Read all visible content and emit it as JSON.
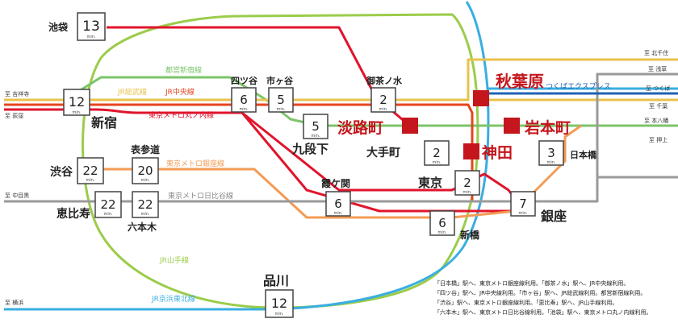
{
  "colors": {
    "yamanote": "#9bcc4a",
    "keihin_tohoku": "#3aaee0",
    "chuo_sobu": "#e8c24c",
    "jr_chuo": "#e5451f",
    "marunouchi": "#e0142c",
    "ginza": "#f39b54",
    "hibiya": "#9a9a9a",
    "toei_shinjuku": "#7cc46a",
    "tsukuba": "#1f62b3",
    "brand_red": "#c4161c",
    "box_border": "#444444"
  },
  "stations": {
    "ikebukuro": "池袋",
    "shinjuku": "新宿",
    "yotsuya": "四ツ谷",
    "ichigaya": "市ヶ谷",
    "kudanshita": "九段下",
    "ochanomizu": "御茶ノ水",
    "akihabara": "秋葉原",
    "awajicho": "淡路町",
    "iwamotocho": "岩本町",
    "kanda": "神田",
    "otemachi": "大手町",
    "nihonbashi": "日本橋",
    "tokyo": "東京",
    "kasumigaseki": "霞ケ関",
    "ginza": "銀座",
    "shimbashi": "新橋",
    "shibuya": "渋谷",
    "omotesando": "表参道",
    "ebisu": "恵比寿",
    "roppongi": "六本木",
    "shinagawa": "品川"
  },
  "times": {
    "ikebukuro": "13",
    "shinjuku": "12",
    "yotsuya": "6",
    "ichigaya": "5",
    "kudanshita": "5",
    "ochanomizu": "2",
    "otemachi": "2",
    "nihonbashi": "3",
    "tokyo": "2",
    "kasumigaseki": "6",
    "ginza": "7",
    "shimbashi": "6",
    "shibuya": "22",
    "omotesando": "20",
    "ebisu": "22",
    "roppongi": "22",
    "shinagawa": "12",
    "unit": "min."
  },
  "lines": {
    "toei_shinjuku": "都営新宿線",
    "chuo_sobu": "JR総武線",
    "jr_chuo": "JR中央線",
    "marunouchi": "東京メトロ丸ノ内線",
    "ginza": "東京メトロ銀座線",
    "hibiya": "東京メトロ日比谷線",
    "yamanote": "JR山手線",
    "keihin_tohoku": "JR京浜東北線",
    "tsukuba": "つくばエクスプレス"
  },
  "directions": {
    "kichijoji": "至 吉祥寺",
    "ogikubo": "至 荻窪",
    "nakameguro": "至 中目黒",
    "yokohama": "至 横浜",
    "kitasenju": "至 北千住",
    "asakusa": "至 浅草",
    "tsukuba": "至 つくば",
    "chiba": "至 千葉",
    "motoyawata": "至 本八幡",
    "oshiage": "至 押上"
  },
  "notes": [
    "「日本橋」駅へ、東京メトロ銀座線利用。「御茶ノ水」駅へ、JR中央線利用。",
    "「四ツ谷」駅へ、JR中央線利用。「市ヶ谷」駅へ、JR総武線利用。都営新宿線利用。",
    "「渋谷」駅へ、東京メトロ銀座線利用。「恵比寿」駅へ、JR山手線利用。",
    "「六本木」駅へ、東京メトロ日比谷線利用。「池袋」駅へ、東京メトロ丸ノ内線利用。"
  ]
}
